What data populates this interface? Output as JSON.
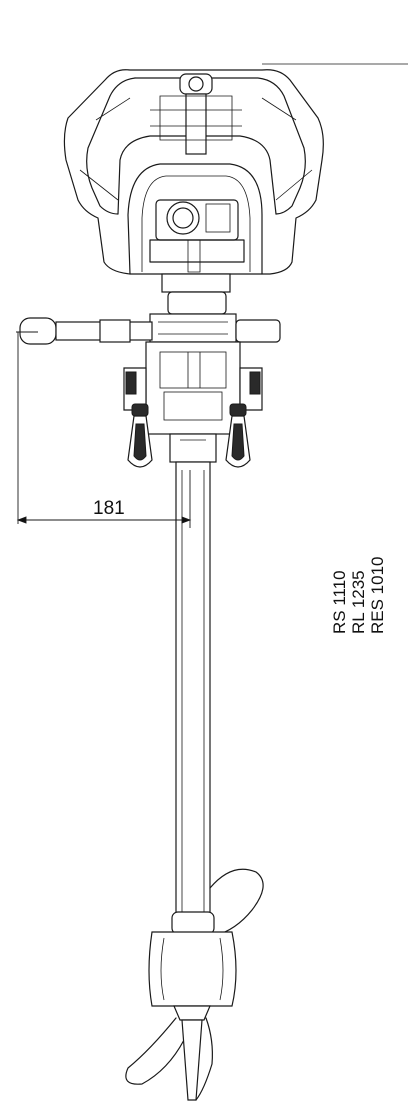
{
  "dimension": {
    "value": "181"
  },
  "models": [
    "RS 1110",
    "RL 1235",
    "RES 1010"
  ]
}
